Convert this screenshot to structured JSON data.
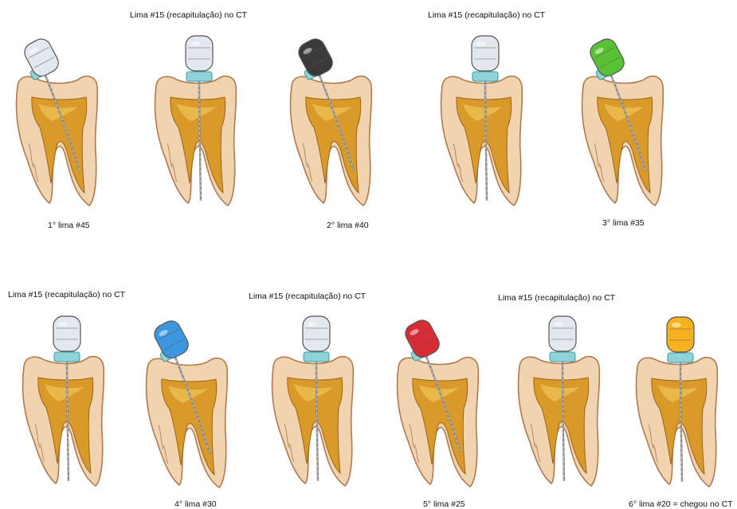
{
  "labels": {
    "recap": "Lima #15 (recapitulação) no CT",
    "step1": "1° lima #45",
    "step2": "2° lima #40",
    "step3": "3° lima #35",
    "step4": "4° lima #30",
    "step5": "5° lima #25",
    "step6": "6° lima #20 = chegou no CT"
  },
  "colors": {
    "enamel": "#f2d3b0",
    "enamel_edge": "#b07a4e",
    "pulp": "#d99a2a",
    "pulp_light": "#f0c45a",
    "file_shaft": "#8a8a8a",
    "stop_ring": "#8fd3d6",
    "handle_white": "#e3e8ee",
    "handle_black": "#3a3a3a",
    "handle_green": "#59c234",
    "handle_blue": "#3d97e0",
    "handle_red": "#d92b36",
    "handle_yellow": "#f5b21e"
  },
  "teeth": [
    {
      "name": "tooth-1-file-45",
      "handle": "white",
      "tilted": true,
      "deep": false
    },
    {
      "name": "tooth-2-recap",
      "handle": "white",
      "tilted": false,
      "deep": true
    },
    {
      "name": "tooth-3-file-40",
      "handle": "black",
      "tilted": true,
      "deep": false
    },
    {
      "name": "tooth-4-recap",
      "handle": "white",
      "tilted": false,
      "deep": true
    },
    {
      "name": "tooth-5-file-35",
      "handle": "green",
      "tilted": true,
      "deep": false
    },
    {
      "name": "tooth-6-recap",
      "handle": "white",
      "tilted": false,
      "deep": true
    },
    {
      "name": "tooth-7-file-30",
      "handle": "blue",
      "tilted": true,
      "deep": false
    },
    {
      "name": "tooth-8-recap",
      "handle": "white",
      "tilted": false,
      "deep": true
    },
    {
      "name": "tooth-9-file-25",
      "handle": "red",
      "tilted": true,
      "deep": false
    },
    {
      "name": "tooth-10-recap",
      "handle": "white",
      "tilted": false,
      "deep": true
    },
    {
      "name": "tooth-11-file-20",
      "handle": "yellow",
      "tilted": false,
      "deep": true
    }
  ]
}
